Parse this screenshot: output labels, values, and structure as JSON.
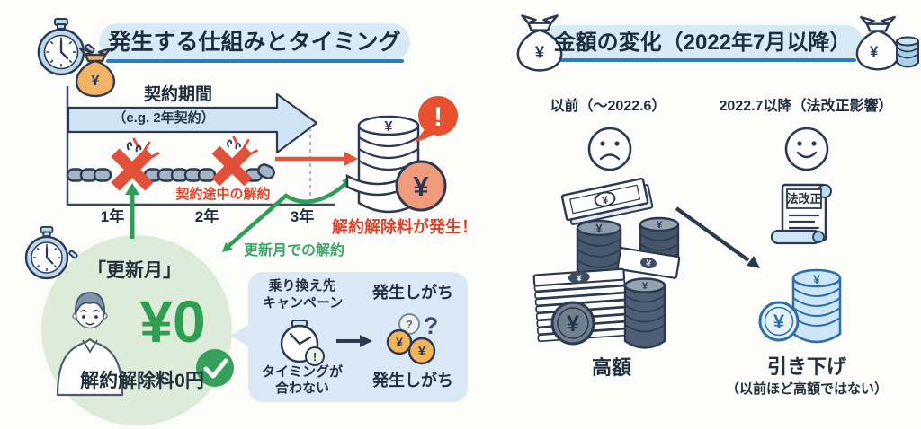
{
  "left_panel": {
    "title": "発生する仕組みとタイミング",
    "timeline": {
      "period_label": "契約期間",
      "period_example": "（e.g. 2年契約）",
      "ticks": [
        "1年",
        "2年",
        "3年"
      ],
      "mid_cancel": "契約途中の解約",
      "fee_occurs": "解約解除料が発生！",
      "renewal_cancel": "更新月での解約"
    },
    "renewal_zone": {
      "heading": "「更新月」",
      "amount": "¥0",
      "caption": "解約解除料0円"
    },
    "campaign_box": {
      "campaign": [
        "乗り換え先",
        "キャンペーン"
      ],
      "timing": [
        "タイミングが",
        "合わない"
      ],
      "result_top": "発生しがち",
      "result_bottom": "発生しがち"
    }
  },
  "right_panel": {
    "title": "金額の変化（2022年7月以降）",
    "before": {
      "header": "以前（〜2022.6）",
      "label": "高額"
    },
    "after": {
      "header": "2022.7以降（法改正影響）",
      "scroll_label": "法改正",
      "label": "引き下げ",
      "sublabel": "（以前ほど高額ではない）"
    }
  },
  "glyphs": {
    "yen": "¥",
    "exclamation": "!",
    "question": "?"
  },
  "colors": {
    "accent_blue": "#2e7bc0",
    "pill_bg": "#d9eaf7",
    "navy_outline": "#2b3a52",
    "alert_red": "#e2543a",
    "success_green": "#2f9e57",
    "coin_orange": "#f2b45c",
    "coin_salmon": "#f19b7d",
    "money_dark": "#4e5e72",
    "money_blue": "#cde7f8",
    "bag_orange": "#f2b366"
  }
}
